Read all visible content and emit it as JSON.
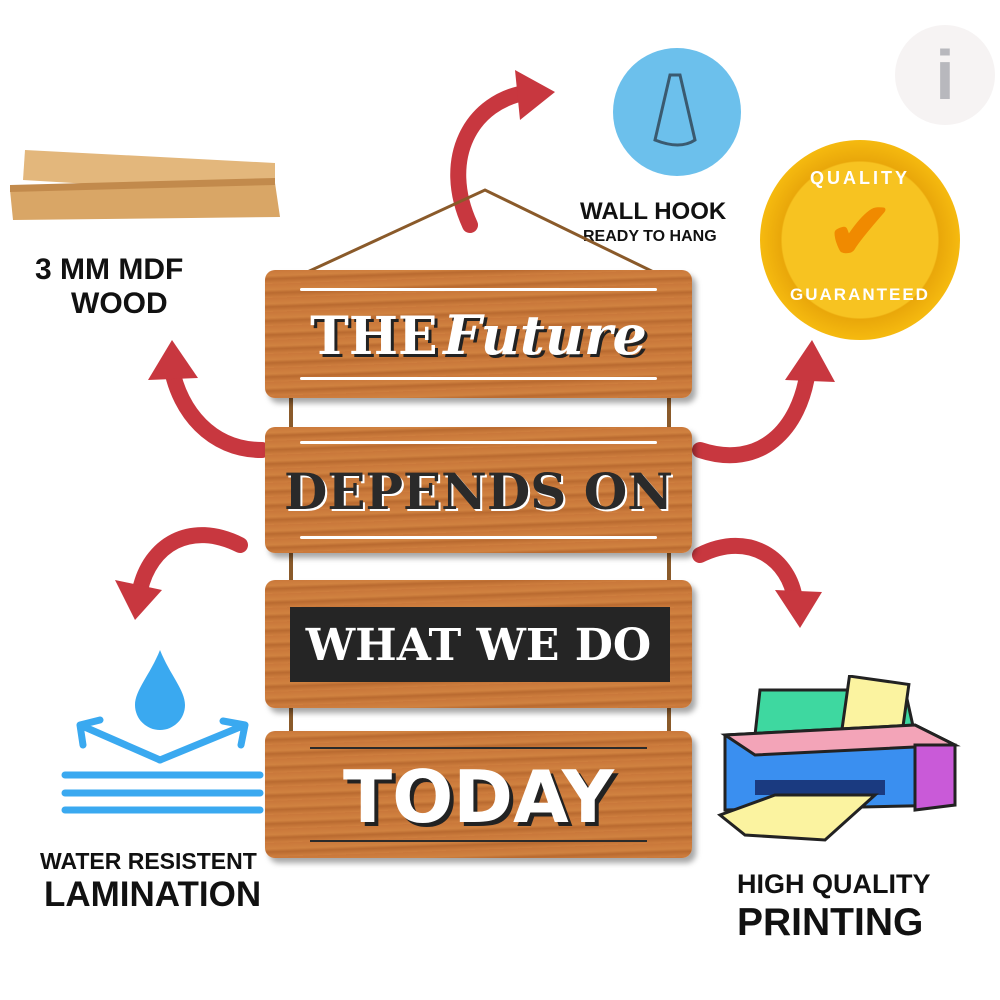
{
  "features": {
    "wood": {
      "line1": "3 MM MDF",
      "line2": "WOOD"
    },
    "hook": {
      "title": "WALL HOOK",
      "subtitle": "READY TO HANG"
    },
    "seal": {
      "top": "QUALITY",
      "bottom": "GUARANTEED"
    },
    "water": {
      "line1": "WATER RESISTENT",
      "line2": "LAMINATION"
    },
    "printing": {
      "line1": "HIGH QUALITY",
      "line2": "PRINTING"
    }
  },
  "sign": {
    "board1": {
      "word1": "THE",
      "word2": "Future"
    },
    "board2": {
      "text": "DEPENDS ON"
    },
    "board3": {
      "text": "WHAT WE DO"
    },
    "board4": {
      "text": "TODAY"
    }
  },
  "logo": {
    "letter": "i"
  },
  "colors": {
    "arrow": "#c8373f",
    "wood": "#c9773a",
    "hook": "#6cc0ec",
    "seal": "#f5b90f",
    "water": "#3aa9f0"
  }
}
